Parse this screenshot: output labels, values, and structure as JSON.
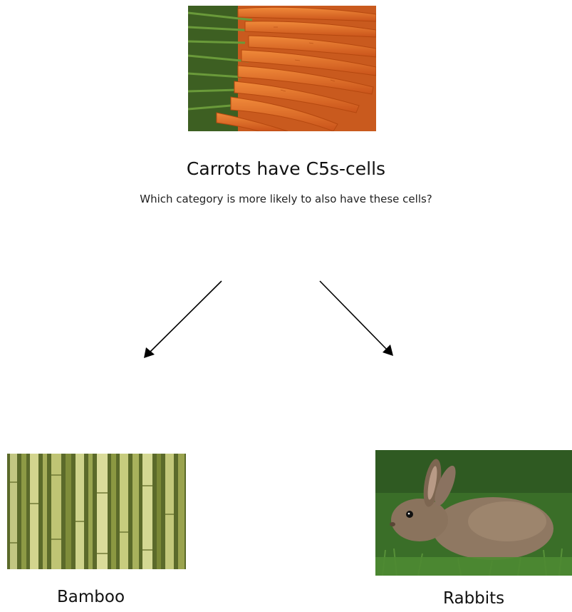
{
  "prompt": {
    "title": "Carrots have C5s-cells",
    "question": "Which category is more likely to also have these cells?"
  },
  "images": {
    "source": "carrots-photo",
    "options": [
      {
        "label": "Bamboo",
        "image": "bamboo-photo"
      },
      {
        "label": "Rabbits",
        "image": "rabbit-photo"
      }
    ]
  },
  "colors": {
    "arrow": "#000000",
    "carrot": "#e8702a",
    "carrot_greens": "#4f7a2c",
    "bamboo": "#a9b85a",
    "rabbit_fur": "#8c7560",
    "grass": "#3f7f2a"
  }
}
